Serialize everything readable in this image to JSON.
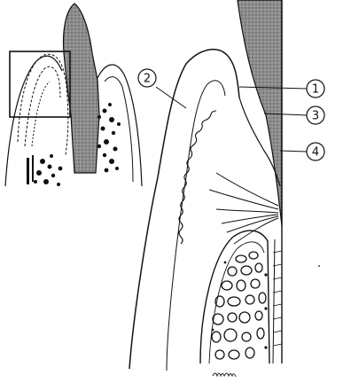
{
  "figure": {
    "labels": [
      {
        "id": "1",
        "text": "①"
      },
      {
        "id": "2",
        "text": "②"
      },
      {
        "id": "3",
        "text": "③"
      },
      {
        "id": "4",
        "text": "④"
      }
    ],
    "signature": "ahayw"
  },
  "colors": {
    "line": "#111111",
    "tooth_fill": "#8e8e8e",
    "background": "#ffffff"
  }
}
